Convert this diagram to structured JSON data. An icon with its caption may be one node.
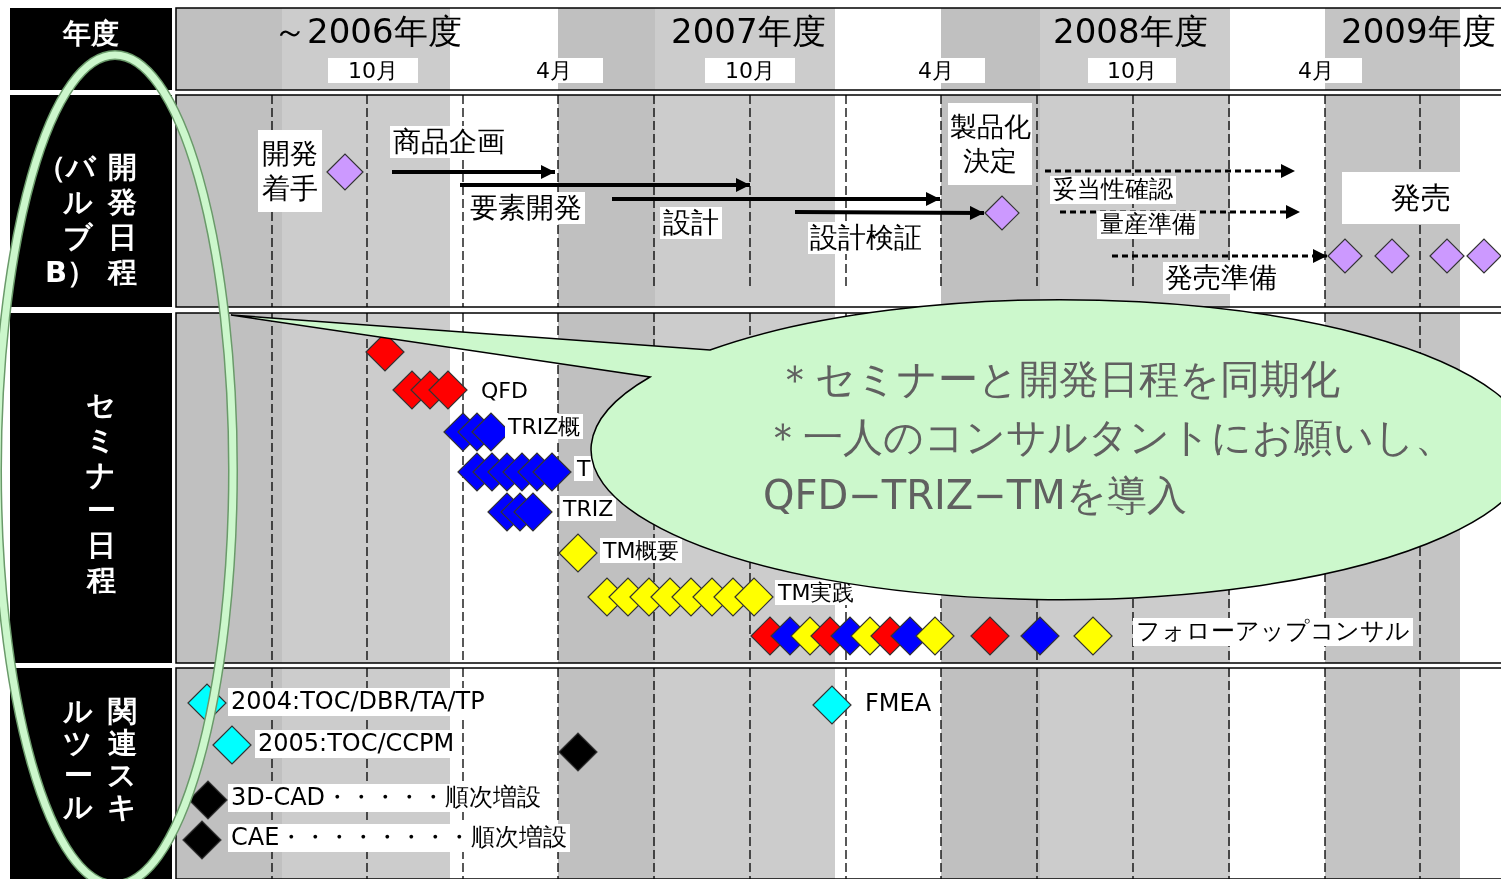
{
  "diagram": {
    "nodes": [
      {
        "text": [
          "年度"
        ]
      },
      {
        "text": [
          "開発日程（バルブB）"
        ]
      },
      {
        "text": [
          "セミナー日程"
        ]
      },
      {
        "text": [
          "関連スキルツール"
        ]
      },
      {
        "text": [
          "開発着手"
        ]
      },
      {
        "text": [],
        "shape": "diamond"
      },
      {
        "text": [
          "製品化決定"
        ]
      },
      {
        "text": [],
        "shape": "diamond"
      },
      {
        "text": [
          "発売"
        ]
      },
      {
        "text": [],
        "shape": "diamond"
      },
      {
        "text": [],
        "shape": "diamond"
      },
      {
        "text": [],
        "shape": "diamond"
      },
      {
        "text": [],
        "shape": "diamond"
      },
      {
        "text": [
          "＊セミナーと開発日程を同期化",
          "＊一人のコンサルタントにお願いし、QFD−TRIZ−TMを導入"
        ]
      }
    ],
    "edges": [
      {
        "from": null,
        "to": 7,
        "arrow": "to",
        "label": "設計検証"
      },
      {
        "from": null,
        "to": 9,
        "arrow": "to",
        "label": "発売準備",
        "style": "dashed"
      }
    ],
    "labels": [
      "～2006年度",
      "2007年度",
      "2008年度",
      "2009年度",
      "10月",
      "4月",
      "10月",
      "4月",
      "10月",
      "4月",
      "商品企画",
      "要素開発",
      "設計",
      "妥当性確認",
      "量産準備",
      "QFD",
      "TRIZ概",
      "T",
      "TRIZ",
      "TM概要",
      "TM実践",
      "フォローアップコンサル",
      "2004:TOC/DBR/TA/TP",
      "2005:TOC/CCPM",
      "3D-CAD・・・・・順次増設",
      "CAE・・・・・・・・順次増設",
      "FMEA"
    ]
  }
}
